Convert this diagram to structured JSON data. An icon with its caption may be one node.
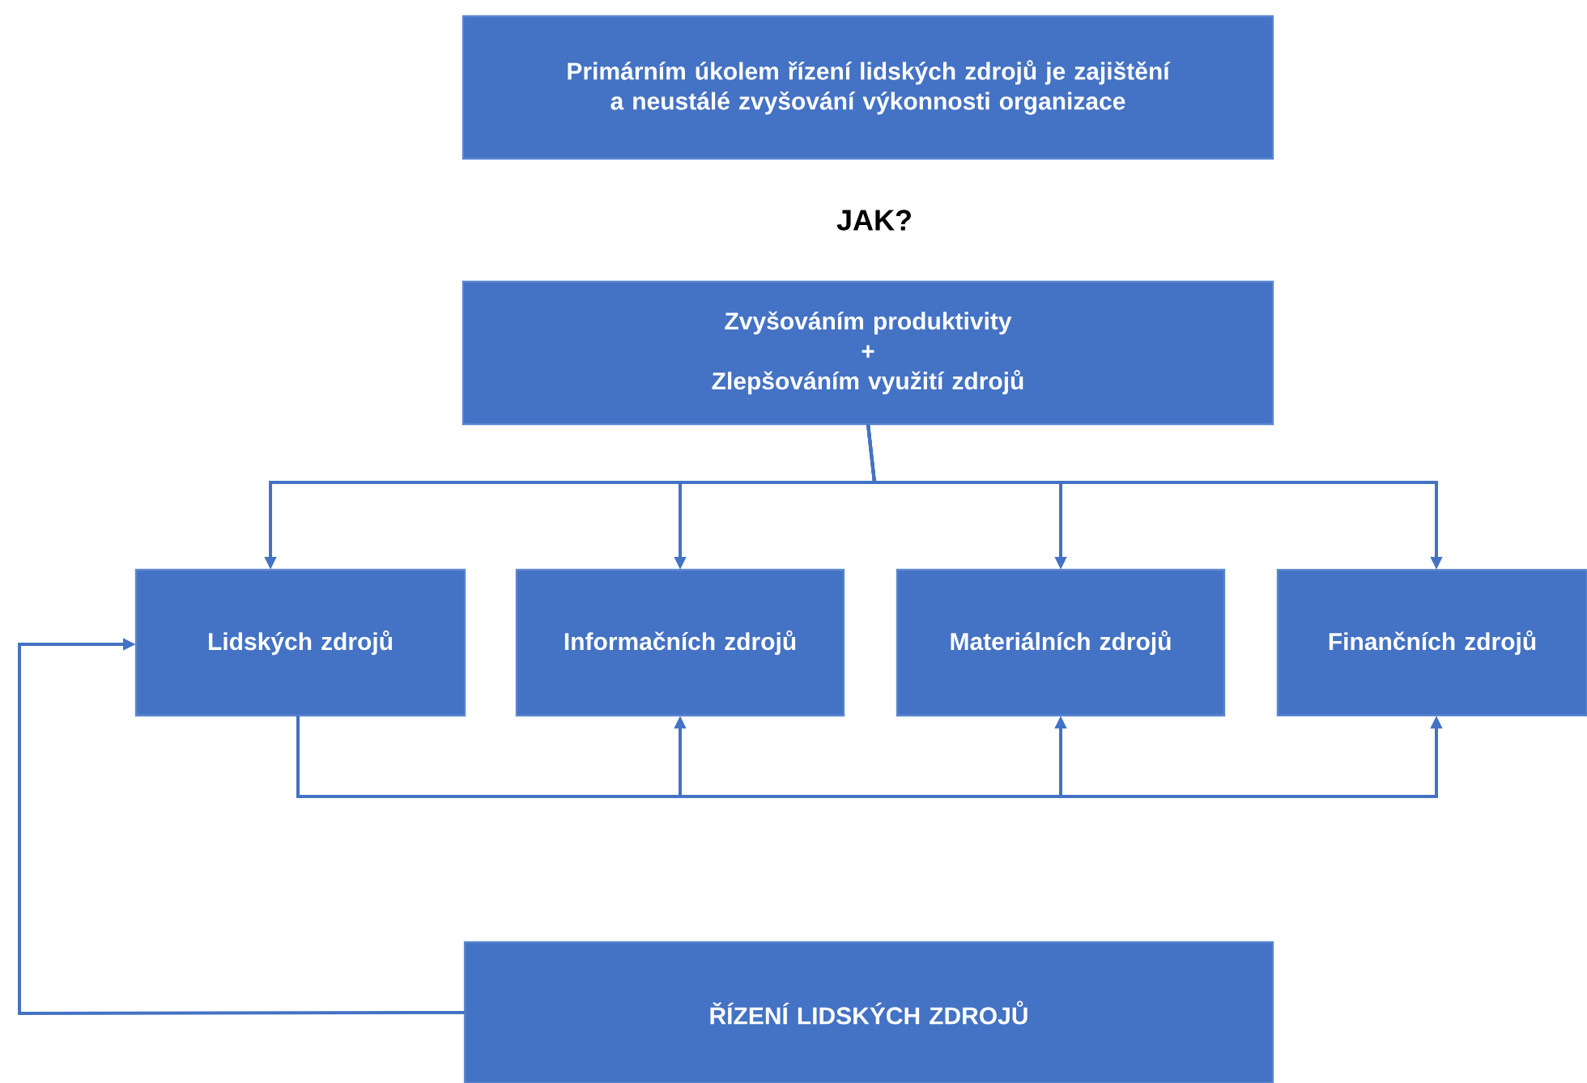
{
  "diagram": {
    "nodes": [
      {
        "text": [
          "Primárním úkolem řízení lidských zdrojů je zajištění a neustálé zvyšování výkonnosti organizace"
        ]
      },
      {
        "text": [
          "Zvyšováním produktivity",
          "+",
          "Zlepšováním využití zdrojů"
        ]
      },
      {
        "text": [
          "Lidských zdrojů"
        ]
      },
      {
        "text": [
          "Informačních zdrojů"
        ]
      },
      {
        "text": [
          "Materiálních zdrojů"
        ]
      },
      {
        "text": [
          "Finančních zdrojů"
        ]
      },
      {
        "text": [
          "ŘÍZENÍ LIDSKÝCH ZDROJŮ"
        ]
      }
    ],
    "edges": [
      {
        "from": 1,
        "to": 2,
        "arrow": "to"
      },
      {
        "from": 1,
        "to": 3,
        "arrow": "to"
      },
      {
        "from": 1,
        "to": 4,
        "arrow": "to"
      },
      {
        "from": 1,
        "to": 5,
        "arrow": "to"
      },
      {
        "from": 2,
        "to": 3,
        "arrow": "to"
      },
      {
        "from": 2,
        "to": 4,
        "arrow": "to"
      },
      {
        "from": 2,
        "to": 5,
        "arrow": "to"
      },
      {
        "from": 6,
        "to": 2,
        "arrow": "to"
      }
    ],
    "labels": [
      "JAK?"
    ]
  }
}
